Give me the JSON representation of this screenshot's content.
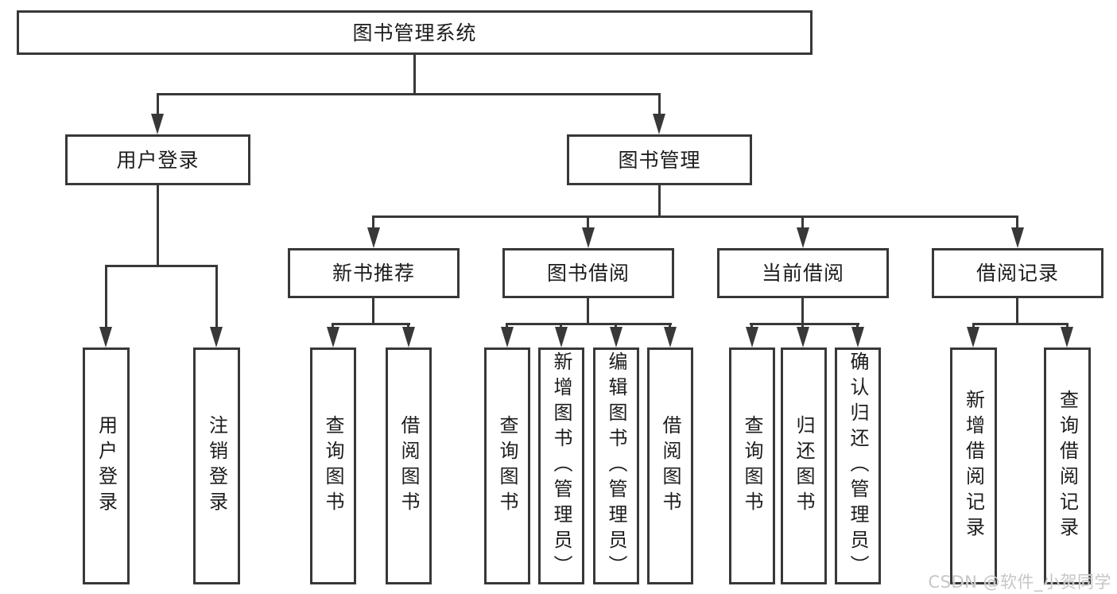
{
  "diagram": {
    "root": {
      "label": "图书管理系统"
    },
    "level2": [
      {
        "label": "用户登录"
      },
      {
        "label": "图书管理"
      }
    ],
    "level3": [
      {
        "label": "新书推荐",
        "parent": "图书管理"
      },
      {
        "label": "图书借阅",
        "parent": "图书管理"
      },
      {
        "label": "当前借阅",
        "parent": "图书管理"
      },
      {
        "label": "借阅记录",
        "parent": "图书管理"
      }
    ],
    "leaves": [
      {
        "label": "用户登录",
        "parent": "用户登录"
      },
      {
        "label": "注销登录",
        "parent": "用户登录"
      },
      {
        "label": "查询图书",
        "parent": "新书推荐"
      },
      {
        "label": "借阅图书",
        "parent": "新书推荐"
      },
      {
        "label": "查询图书",
        "parent": "图书借阅"
      },
      {
        "label": "新增图书（管理员）",
        "parent": "图书借阅"
      },
      {
        "label": "编辑图书（管理员）",
        "parent": "图书借阅"
      },
      {
        "label": "借阅图书",
        "parent": "图书借阅"
      },
      {
        "label": "查询图书",
        "parent": "当前借阅"
      },
      {
        "label": "归还图书",
        "parent": "当前借阅"
      },
      {
        "label": "确认归还（管理员）",
        "parent": "当前借阅"
      },
      {
        "label": "新增借阅记录",
        "parent": "借阅记录"
      },
      {
        "label": "查询借阅记录",
        "parent": "借阅记录"
      }
    ]
  },
  "watermark": {
    "text": "CSDN @软件_小贺同学"
  },
  "colors": {
    "line": "#383838",
    "box_border": "#383838",
    "text": "#1c1c1c",
    "watermark": "#c6c6c6",
    "background": "#ffffff"
  }
}
